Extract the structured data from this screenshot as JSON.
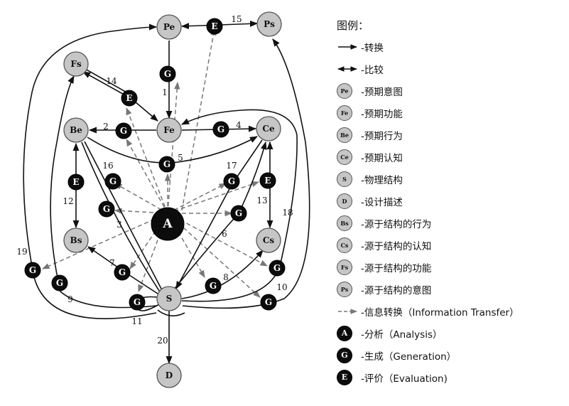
{
  "nodes": {
    "Pe": "Pe",
    "Ps": "Ps",
    "Fs": "Fs",
    "Fe": "Fe",
    "Be": "Be",
    "Ce": "Ce",
    "Bs": "Bs",
    "Cs": "Cs",
    "S": "S",
    "D": "D",
    "A": "A"
  },
  "process_markers": {
    "G": "G",
    "E": "E"
  },
  "edge_labels": [
    "1",
    "2",
    "3",
    "4",
    "5",
    "6",
    "7",
    "8",
    "9",
    "10",
    "11",
    "12",
    "13",
    "14",
    "15",
    "16",
    "17",
    "18",
    "19",
    "20"
  ],
  "legend": {
    "title": "图例：",
    "items": [
      {
        "symbol": "arrow-transform",
        "badge": "",
        "label": "-转换"
      },
      {
        "symbol": "arrow-compare",
        "badge": "",
        "label": "-比较"
      },
      {
        "symbol": "gray-node",
        "badge": "Pe",
        "label": "-预期意图"
      },
      {
        "symbol": "gray-node",
        "badge": "Fe",
        "label": "-预期功能"
      },
      {
        "symbol": "gray-node",
        "badge": "Be",
        "label": "-预期行为"
      },
      {
        "symbol": "gray-node",
        "badge": "Ce",
        "label": "-预期认知"
      },
      {
        "symbol": "gray-node",
        "badge": "S",
        "label": "-物理结构"
      },
      {
        "symbol": "gray-node",
        "badge": "D",
        "label": "-设计描述"
      },
      {
        "symbol": "gray-node",
        "badge": "Bs",
        "label": "-源于结构的行为"
      },
      {
        "symbol": "gray-node",
        "badge": "Cs",
        "label": "-源于结构的认知"
      },
      {
        "symbol": "gray-node",
        "badge": "Fs",
        "label": "-源于结构的功能"
      },
      {
        "symbol": "gray-node",
        "badge": "Ps",
        "label": "-源于结构的意图"
      },
      {
        "symbol": "dashed-arrow",
        "badge": "",
        "label": "-信息转换（Information Transfer）"
      },
      {
        "symbol": "dark-node",
        "badge": "A",
        "label": "-分析（Analysis）"
      },
      {
        "symbol": "dark-node",
        "badge": "G",
        "label": "-生成（Generation）"
      },
      {
        "symbol": "dark-node",
        "badge": "E",
        "label": "-评价（Evaluation)"
      }
    ]
  },
  "colors": {
    "state_node": "#c6c6c6",
    "process_node": "#0c0c0c",
    "info_arrow": "#777777"
  }
}
